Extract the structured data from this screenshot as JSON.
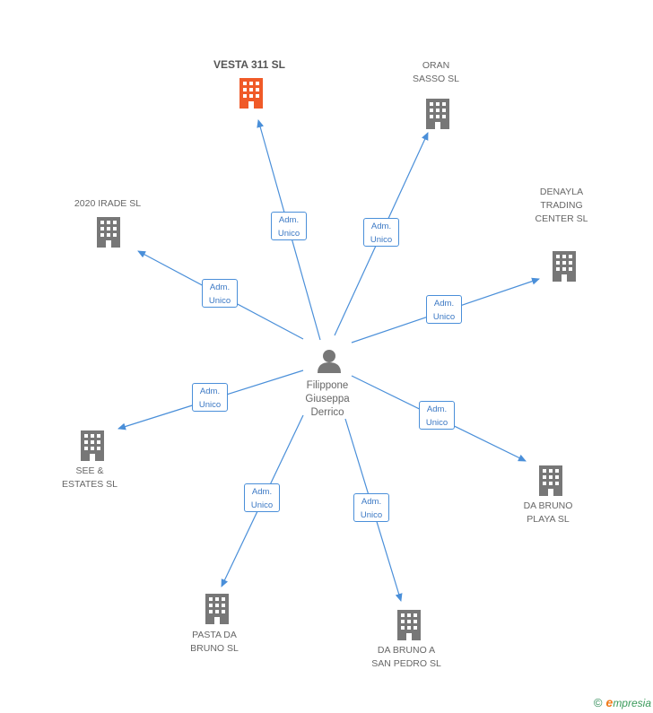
{
  "colors": {
    "edge": "#4a8fd9",
    "building": "#777777",
    "building_highlight": "#f05a28",
    "person": "#777777"
  },
  "center": {
    "name": "Filippone\nGiuseppa\nDerrico",
    "icon": "person-icon"
  },
  "companies": [
    {
      "id": "vesta",
      "name": "VESTA 311 SL",
      "highlight": true,
      "icon": "building-icon",
      "edge_label": [
        "Adm.",
        "Unico"
      ]
    },
    {
      "id": "oran",
      "name": "ORAN\nSASSO SL",
      "highlight": false,
      "icon": "building-icon",
      "edge_label": [
        "Adm.",
        "Unico"
      ]
    },
    {
      "id": "irade",
      "name": "2020 IRADE SL",
      "highlight": false,
      "icon": "building-icon",
      "edge_label": [
        "Adm.",
        "Unico"
      ]
    },
    {
      "id": "denayla",
      "name": "DENAYLA\nTRADING\nCENTER SL",
      "highlight": false,
      "icon": "building-icon",
      "edge_label": [
        "Adm.",
        "Unico"
      ]
    },
    {
      "id": "see",
      "name": "SEE &\nESTATES SL",
      "highlight": false,
      "icon": "building-icon",
      "edge_label": [
        "Adm.",
        "Unico"
      ]
    },
    {
      "id": "playa",
      "name": "DA BRUNO\nPLAYA SL",
      "highlight": false,
      "icon": "building-icon",
      "edge_label": [
        "Adm.",
        "Unico"
      ]
    },
    {
      "id": "pasta",
      "name": "PASTA DA\nBRUNO SL",
      "highlight": false,
      "icon": "building-icon",
      "edge_label": [
        "Adm.",
        "Unico"
      ]
    },
    {
      "id": "sanpedro",
      "name": "DA BRUNO A\nSAN PEDRO SL",
      "highlight": false,
      "icon": "building-icon",
      "edge_label": [
        "Adm.",
        "Unico"
      ]
    }
  ],
  "footer": {
    "copyright": "©",
    "brand_initial": "e",
    "brand_rest": "mpresia"
  }
}
